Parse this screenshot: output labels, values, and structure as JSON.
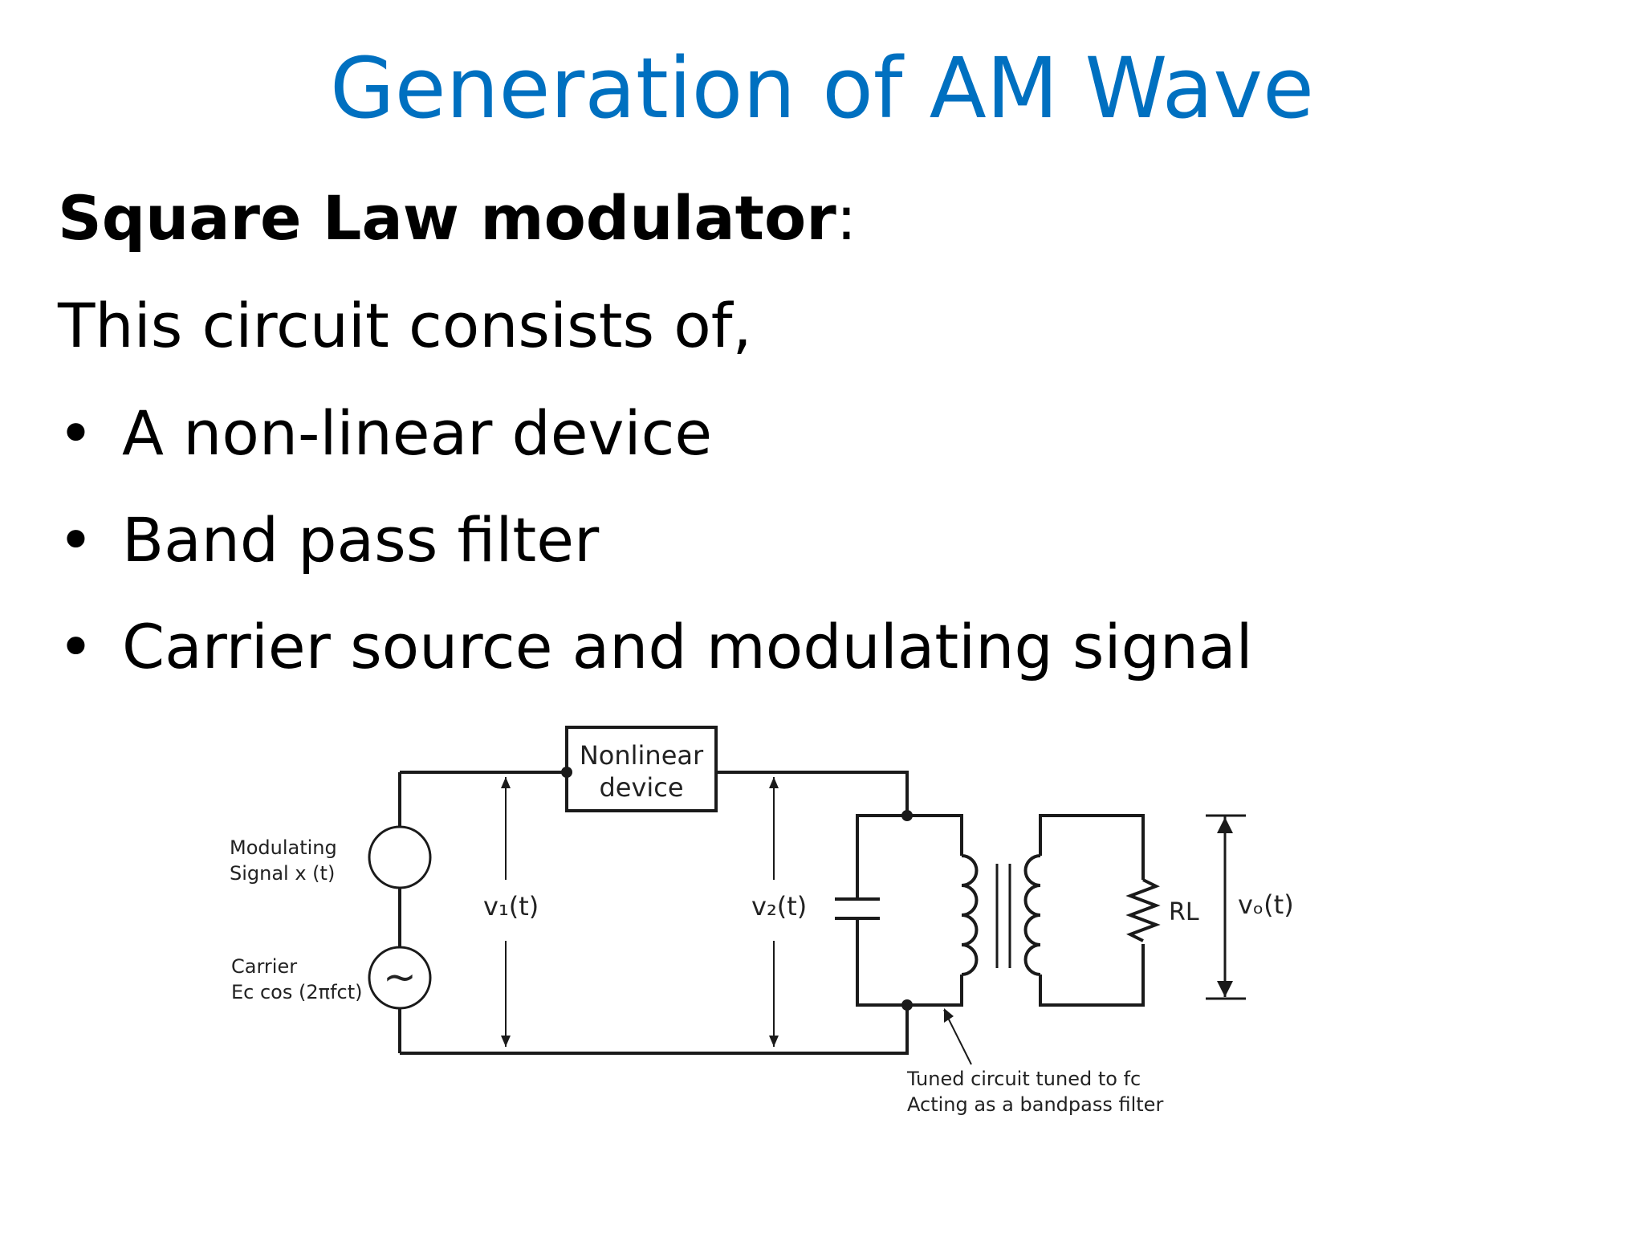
{
  "slide": {
    "title": "Generation of AM Wave",
    "subheading_bold": "Square Law modulator",
    "subheading_colon": ":",
    "intro": "This circuit consists of,",
    "bullets": [
      "A non-linear device",
      "Band pass filter",
      "Carrier source and modulating signal"
    ],
    "bullet_glyph": "•",
    "title_color": "#0070c0"
  },
  "diagram": {
    "nonlinear_label_line1": "Nonlinear",
    "nonlinear_label_line2": "device",
    "modulating_label_line1": "Modulating",
    "modulating_label_line2": "Signal x (t)",
    "carrier_label_line1": "Carrier",
    "carrier_label_line2": "Ec cos (2πfct)",
    "v1": "v₁(t)",
    "v2": "v₂(t)",
    "vo": "vₒ(t)",
    "rl": "RL",
    "tuned_line1": "Tuned circuit tuned to fc",
    "tuned_line2": "Acting as a bandpass filter",
    "ac_symbol": "~"
  }
}
